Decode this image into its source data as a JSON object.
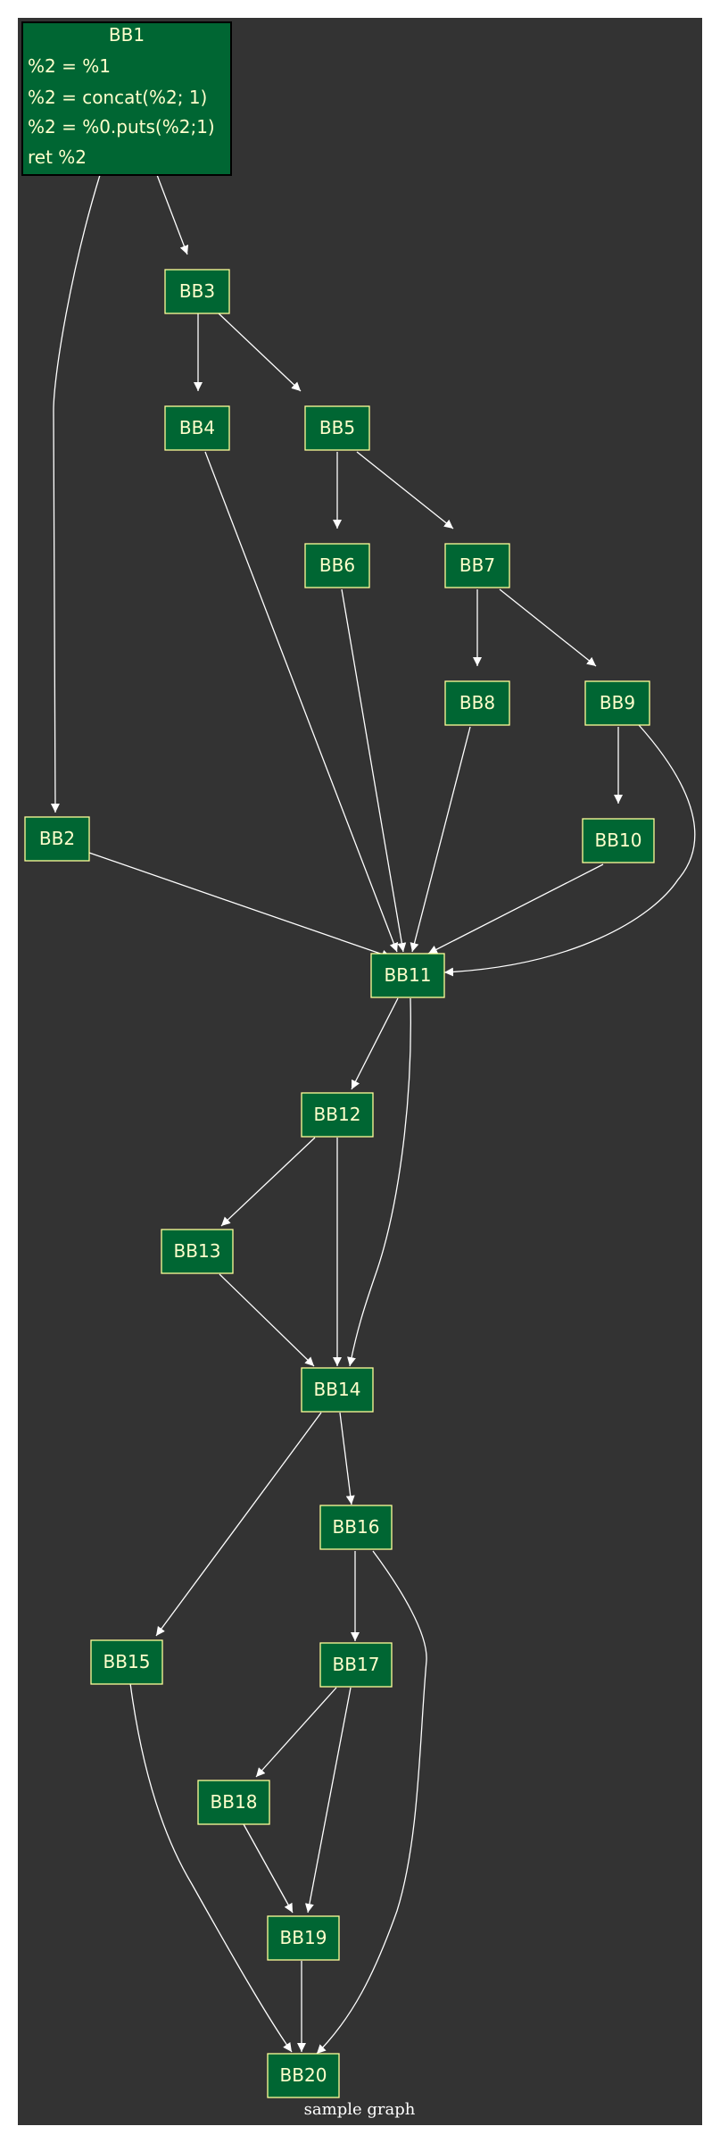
{
  "graph": {
    "caption": "sample graph",
    "colors": {
      "canvas": "#333333",
      "node_fill": "#006633",
      "node_border": "#ffff99",
      "node_text": "#ffffcc",
      "edge": "#ffffff"
    },
    "entry_block": {
      "title": "BB1",
      "lines": [
        "%2 = %1",
        "%2 = concat(%2; 1)",
        "%2 = %0.puts(%2;1)",
        "ret %2"
      ]
    },
    "nodes": [
      "BB2",
      "BB3",
      "BB4",
      "BB5",
      "BB6",
      "BB7",
      "BB8",
      "BB9",
      "BB10",
      "BB11",
      "BB12",
      "BB13",
      "BB14",
      "BB15",
      "BB16",
      "BB17",
      "BB18",
      "BB19",
      "BB20"
    ],
    "edges": [
      [
        "BB1",
        "BB2"
      ],
      [
        "BB1",
        "BB3"
      ],
      [
        "BB3",
        "BB4"
      ],
      [
        "BB3",
        "BB5"
      ],
      [
        "BB5",
        "BB6"
      ],
      [
        "BB5",
        "BB7"
      ],
      [
        "BB7",
        "BB8"
      ],
      [
        "BB7",
        "BB9"
      ],
      [
        "BB9",
        "BB10"
      ],
      [
        "BB9",
        "BB11"
      ],
      [
        "BB2",
        "BB11"
      ],
      [
        "BB4",
        "BB11"
      ],
      [
        "BB6",
        "BB11"
      ],
      [
        "BB8",
        "BB11"
      ],
      [
        "BB10",
        "BB11"
      ],
      [
        "BB11",
        "BB12"
      ],
      [
        "BB11",
        "BB14"
      ],
      [
        "BB12",
        "BB13"
      ],
      [
        "BB12",
        "BB14"
      ],
      [
        "BB13",
        "BB14"
      ],
      [
        "BB14",
        "BB15"
      ],
      [
        "BB14",
        "BB16"
      ],
      [
        "BB16",
        "BB17"
      ],
      [
        "BB16",
        "BB20"
      ],
      [
        "BB17",
        "BB18"
      ],
      [
        "BB17",
        "BB19"
      ],
      [
        "BB18",
        "BB19"
      ],
      [
        "BB15",
        "BB20"
      ],
      [
        "BB19",
        "BB20"
      ]
    ]
  }
}
